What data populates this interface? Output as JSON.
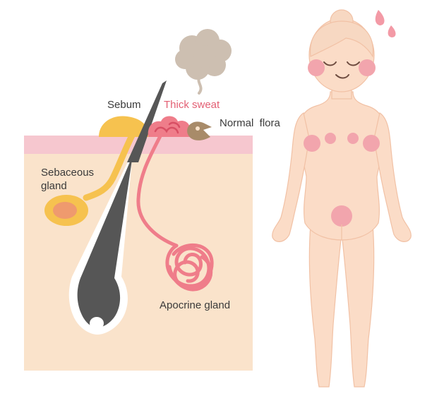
{
  "labels": {
    "sebum": "Sebum",
    "thick_sweat": "Thick sweat",
    "normal_flora": "Normal  flora",
    "sebaceous_line1": "Sebaceous",
    "sebaceous_line2": "gland",
    "apocrine_gland": "Apocrine gland"
  },
  "colors": {
    "skin_layer": "#fae3cb",
    "epidermis": "#f6c7cf",
    "hair": "#565656",
    "sebum": "#f6c24f",
    "gland_inner": "#ef9a6e",
    "sweat": "#ef7d8a",
    "label_accent": "#e35f73",
    "odor_cloud": "#cdbfb1",
    "bacteria": "#a88b69",
    "body": "#fbdcc7",
    "body_outline": "#f1c1a5",
    "odor_zone": "#f2a5ad",
    "hair_head": "#f7d8c2"
  },
  "icons": [
    "odor-cloud-icon",
    "bacteria-icon",
    "sweat-drop-icon"
  ]
}
